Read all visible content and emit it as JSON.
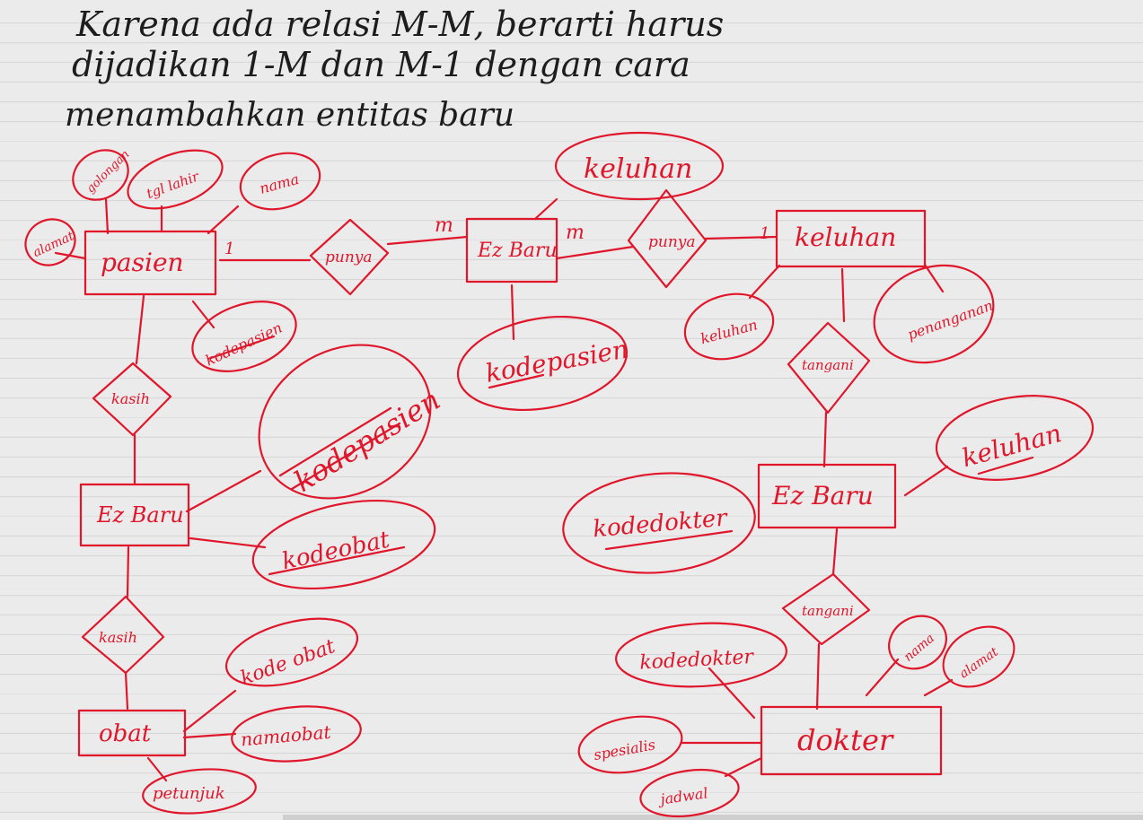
{
  "colors": {
    "ink": "#e0162b",
    "pen": "#1d1d1d",
    "paper": "#ebebeb",
    "rule": "#d6d6d6"
  },
  "note": {
    "line1": "Karena ada relasi M-M, berarti harus",
    "line2": "dijadikan 1-M dan M-1 dengan cara",
    "line3": "menambahkan entitas baru"
  },
  "diagram": {
    "entities": {
      "pasien": "pasien",
      "ez_baru_top": "Ez Baru",
      "keluhan_entity": "keluhan",
      "ez_baru_left": "Ez Baru",
      "obat": "obat",
      "ez_baru_right": "Ez Baru",
      "dokter": "dokter"
    },
    "relations": {
      "punya_left": "punya",
      "punya_right": "punya",
      "kasih_top": "kasih",
      "kasih_bottom": "kasih",
      "tangani_top": "tangani",
      "tangani_bottom": "tangani"
    },
    "attributes": {
      "golongan": "golongan",
      "tgl_lahir": "tgl lahir",
      "nama": "nama",
      "alamat_pasien": "alamat",
      "kode_pasien_1": "kodepasien",
      "keluhan_top": "keluhan",
      "kode_pasien_2": "kodepasien",
      "keluhan_small": "keluhan",
      "penanganan": "penanganan",
      "kode_pasien_3": "kodepasien",
      "kode_obat_1": "kodeobat",
      "kode_obat_2": "kode obat",
      "nama_obat": "namaobat",
      "petunjuk": "petunjuk",
      "keluhan_right": "keluhan",
      "kode_dokter_1": "kodedokter",
      "kode_dokter_2": "kodedokter",
      "nama_dokter": "nama",
      "alamat_dokter": "alamat",
      "spesialis": "spesialis",
      "jadwal": "jadwal"
    },
    "cardinalities": {
      "one_a": "1",
      "m_a": "m",
      "m_b": "m",
      "one_b": "1"
    }
  }
}
